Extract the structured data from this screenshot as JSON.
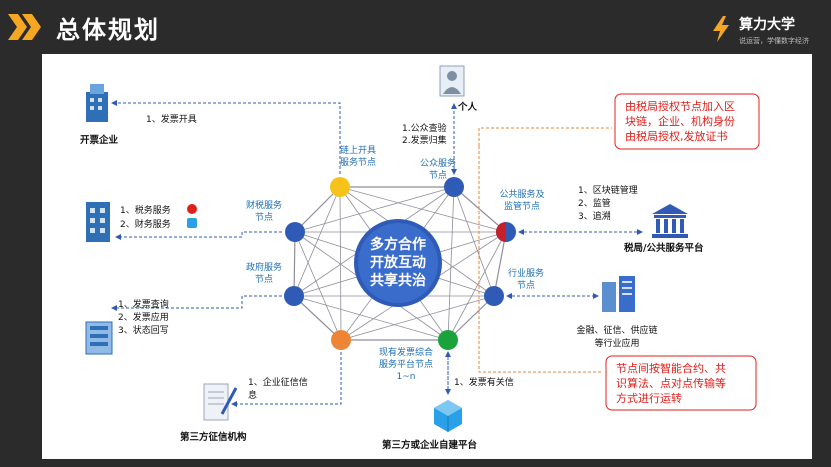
{
  "header": {
    "title": "总体规划"
  },
  "logo": {
    "name": "算力大学",
    "slogan": "说运营，学懂数字经济"
  },
  "center": {
    "line1": "多方合作",
    "line2": "开放互动",
    "line3": "共享共治"
  },
  "nodes": {
    "chain": {
      "line1": "链上开具",
      "line2": "服务节点"
    },
    "public": {
      "line1": "公众服务",
      "line2": "节点"
    },
    "finance": {
      "line1": "财税服务",
      "line2": "节点"
    },
    "supervise": {
      "line1": "公共服务及",
      "line2": "监管节点"
    },
    "gov": {
      "line1": "政府服务",
      "line2": "节点"
    },
    "industry": {
      "line1": "行业服务",
      "line2": "节点"
    },
    "existing": {
      "line1": "现有发票综合",
      "line2": "服务平台节点",
      "line3": "1~n"
    }
  },
  "entities": {
    "issuer": {
      "name": "开票企业",
      "items": [
        "1、发票开具"
      ]
    },
    "person": {
      "name": "个人",
      "items": [
        "1.公众查验",
        "2.发票归集"
      ]
    },
    "enterprise": {
      "items": [
        "1、税务服务",
        "2、财务服务"
      ]
    },
    "tax": {
      "name": "税局/公共服务平台",
      "items": [
        "1、区块链管理",
        "2、监管",
        "3、追溯"
      ]
    },
    "business": {
      "items": [
        "1、发票查询",
        "2、发票应用",
        "3、状态回写"
      ]
    },
    "finance_app": {
      "line1": "金融、征信、供应链",
      "line2": "等行业应用"
    },
    "credit": {
      "name": "第三方征信机构",
      "item_line1": "1、企业征信信",
      "item_line2": "息"
    },
    "platform": {
      "name": "第三方或企业自建平台",
      "items": [
        "1、发票有关信"
      ]
    }
  },
  "callouts": {
    "top": [
      "由税局授权节点加入区",
      "块链，企业、机构身份",
      "由税局授权,发放证书"
    ],
    "bottom": [
      "节点间按智能合约、共",
      "识算法、点对点传输等",
      "方式进行运转"
    ]
  },
  "colors": {
    "accent_orange": "#f5a623",
    "node_blue": "#2f5bb7",
    "node_yellow": "#f7c31a",
    "node_orange": "#ee8436",
    "node_green": "#1aa33a",
    "callout_red": "#e0201c"
  }
}
